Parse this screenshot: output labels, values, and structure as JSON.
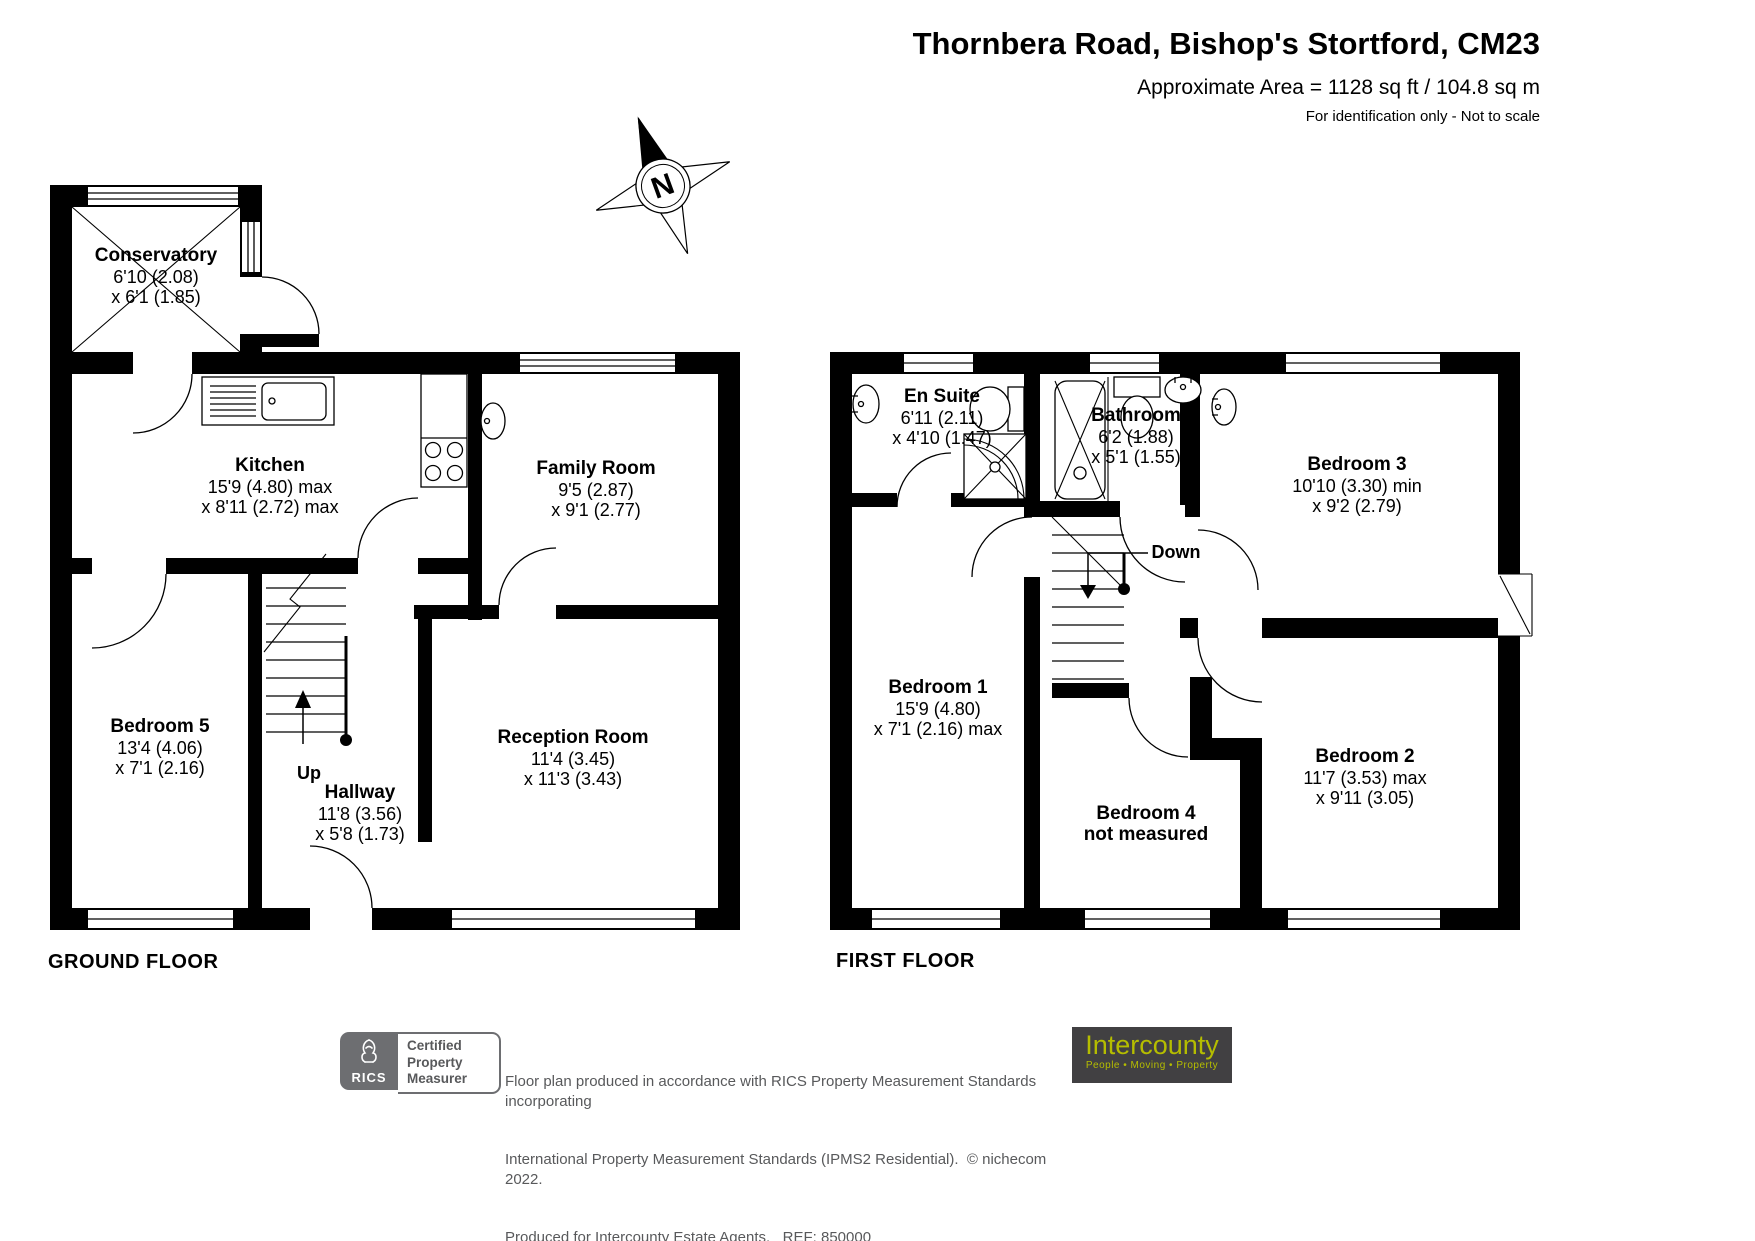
{
  "header": {
    "title": "Thornbera Road, Bishop's Stortford, CM23",
    "area": "Approximate Area = 1128 sq ft / 104.8 sq m",
    "note": "For identification only - Not to scale"
  },
  "compass": {
    "north_label": "N"
  },
  "floors": {
    "ground": {
      "label": "GROUND FLOOR"
    },
    "first": {
      "label": "FIRST FLOOR"
    }
  },
  "rooms": {
    "conservatory": {
      "name": "Conservatory",
      "dim1": "6'10 (2.08)",
      "dim2": "x 6'1 (1.85)"
    },
    "kitchen": {
      "name": "Kitchen",
      "dim1": "15'9 (4.80) max",
      "dim2": "x 8'11 (2.72) max"
    },
    "family_room": {
      "name": "Family Room",
      "dim1": "9'5 (2.87)",
      "dim2": "x 9'1 (2.77)"
    },
    "bedroom5": {
      "name": "Bedroom 5",
      "dim1": "13'4 (4.06)",
      "dim2": "x 7'1 (2.16)"
    },
    "hallway": {
      "name": "Hallway",
      "dim1": "11'8 (3.56)",
      "dim2": "x 5'8 (1.73)"
    },
    "reception": {
      "name": "Reception Room",
      "dim1": "11'4 (3.45)",
      "dim2": "x 11'3 (3.43)"
    },
    "en_suite": {
      "name": "En Suite",
      "dim1": "6'11 (2.11)",
      "dim2": "x 4'10 (1.47)"
    },
    "bathroom": {
      "name": "Bathroom",
      "dim1": "6'2 (1.88)",
      "dim2": "x 5'1 (1.55)"
    },
    "bedroom3": {
      "name": "Bedroom 3",
      "dim1": "10'10 (3.30) min",
      "dim2": "x 9'2 (2.79)"
    },
    "bedroom1": {
      "name": "Bedroom 1",
      "dim1": "15'9 (4.80)",
      "dim2": "x 7'1 (2.16) max"
    },
    "bedroom4": {
      "name": "Bedroom 4",
      "dim1": "not measured"
    },
    "bedroom2": {
      "name": "Bedroom 2",
      "dim1": "11'7 (3.53) max",
      "dim2": "x 9'11 (3.05)"
    }
  },
  "stairs": {
    "up_label": "Up",
    "down_label": "Down"
  },
  "footer": {
    "rics_brand": "RICS",
    "rics_lines": [
      "Certified",
      "Property",
      "Measurer"
    ],
    "disclaimer": [
      "Floor plan produced in accordance with RICS Property Measurement Standards incorporating",
      "International Property Measurement Standards (IPMS2 Residential).  © nichecom 2022.",
      "Produced for Intercounty Estate Agents.   REF: 850000"
    ],
    "intercounty_brand": "Intercounty",
    "intercounty_tagline": "People  •  Moving  •  Property"
  },
  "colors": {
    "plan_line": "#000000",
    "footer_gray": "#58595b",
    "rics_gray": "#6d6e71",
    "logo_bg": "#414042",
    "accent_olive": "#b5bd00"
  }
}
